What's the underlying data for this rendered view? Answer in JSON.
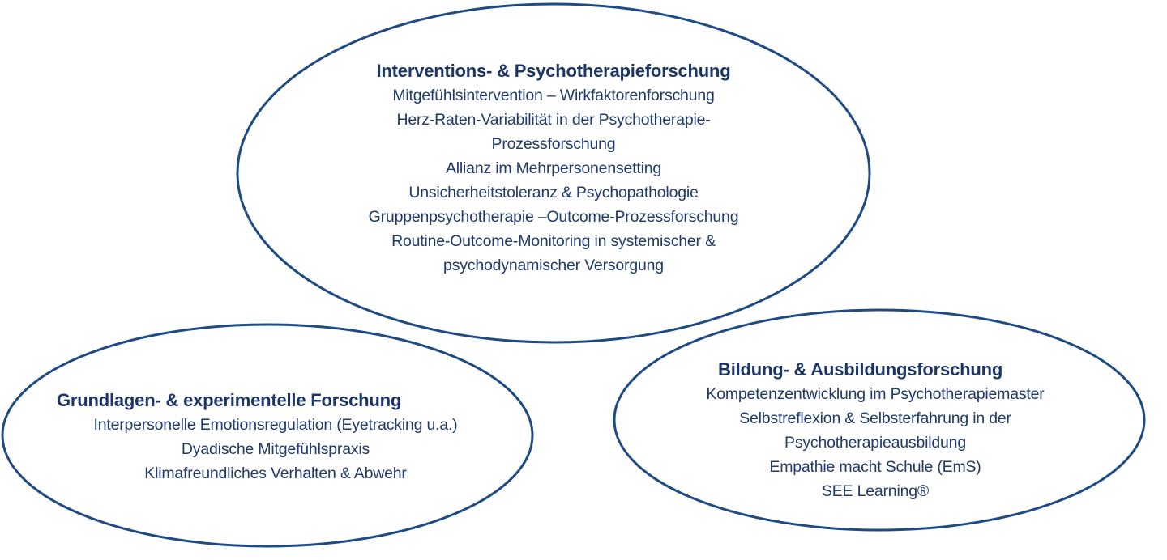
{
  "diagram": {
    "stroke_color": "#1f4b85",
    "text_color": "#1f3a6b",
    "clusters": [
      {
        "id": "interventions",
        "title": "Interventions- & Psychotherapieforschung",
        "items": [
          "Mitgefühlsintervention – Wirkfaktorenforschung",
          "Herz-Raten-Variabilität in der Psychotherapie-",
          "Prozessforschung",
          "Allianz im Mehrpersonensetting",
          "Unsicherheitstoleranz & Psychopathologie",
          "Gruppenpsychotherapie –Outcome-Prozessforschung",
          "Routine-Outcome-Monitoring in systemischer &",
          "psychodynamischer Versorgung"
        ]
      },
      {
        "id": "grundlagen",
        "title": "Grundlagen- & experimentelle Forschung",
        "items": [
          "Interpersonelle Emotionsregulation (Eyetracking u.a.)",
          "Dyadische Mitgefühlspraxis",
          "Klimafreundliches Verhalten & Abwehr"
        ]
      },
      {
        "id": "bildung",
        "title": "Bildung- & Ausbildungsforschung",
        "items": [
          "Kompetenzentwicklung im Psychotherapiemaster",
          "Selbstreflexion & Selbsterfahrung in der",
          "Psychotherapieausbildung",
          "Empathie macht Schule (EmS)",
          "SEE Learning®"
        ]
      }
    ]
  }
}
